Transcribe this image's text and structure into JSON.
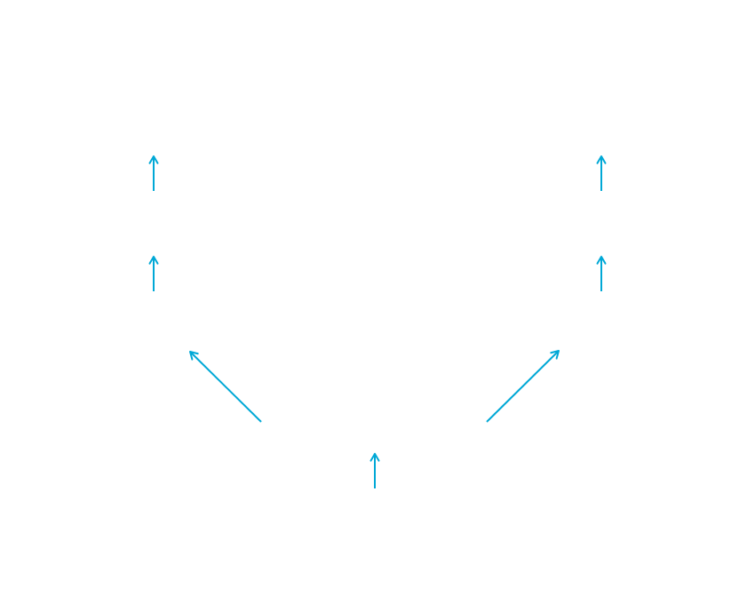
{
  "diagram": {
    "arrow_color": "#00A8D6",
    "arrows": [
      {
        "id": "arrow-bottom-center",
        "direction": "up"
      },
      {
        "id": "arrow-lower-left",
        "direction": "up-left"
      },
      {
        "id": "arrow-lower-right",
        "direction": "up-right"
      },
      {
        "id": "arrow-left-middle",
        "direction": "up"
      },
      {
        "id": "arrow-left-top",
        "direction": "up"
      },
      {
        "id": "arrow-right-middle",
        "direction": "up"
      },
      {
        "id": "arrow-right-top",
        "direction": "up"
      }
    ]
  }
}
